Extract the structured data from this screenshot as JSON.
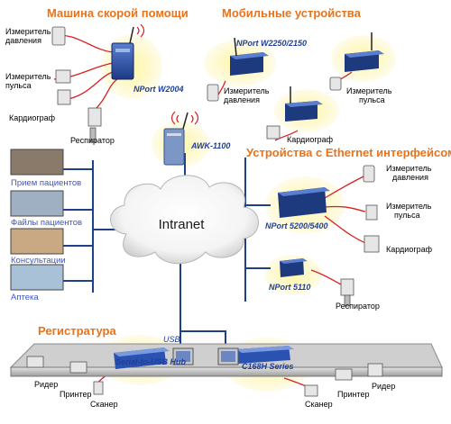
{
  "sections": {
    "ambulance": "Машина скорой помощи",
    "mobile": "Мобильные устройства",
    "ethernet": "Устройства с Ethernet интерфейсом",
    "registry": "Регистратура"
  },
  "products": {
    "nport_w2004": "NPort W2004",
    "nport_w2250": "NPort W2250/2150",
    "awk1100": "AWK-1100",
    "nport5200": "NPort 5200/5400",
    "nport5110": "NPort 5110",
    "serial_usb": "Serial-to-USB Hub",
    "c168h": "C168H Series",
    "usb": "USB"
  },
  "network": {
    "intranet": "Intranet"
  },
  "devices": {
    "bp_line1": "Измеритель",
    "bp_line2": "давления",
    "pulse_line1": "Измеритель",
    "pulse_line2": "пульса",
    "cardio": "Кардиограф",
    "respirator": "Респиратор",
    "reader": "Ридер",
    "printer": "Принтер",
    "scanner": "Сканер"
  },
  "patient_services": [
    "Прием пациентов",
    "Файлы пациентов",
    "Консультации",
    "Аптека"
  ],
  "colors": {
    "section_title": "#e8731a",
    "product_label": "#1f3f9a",
    "patient_label": "#3a55c8",
    "link_red": "#d62020",
    "link_blue": "#1e3f8a",
    "highlight": "#fbf19a"
  }
}
